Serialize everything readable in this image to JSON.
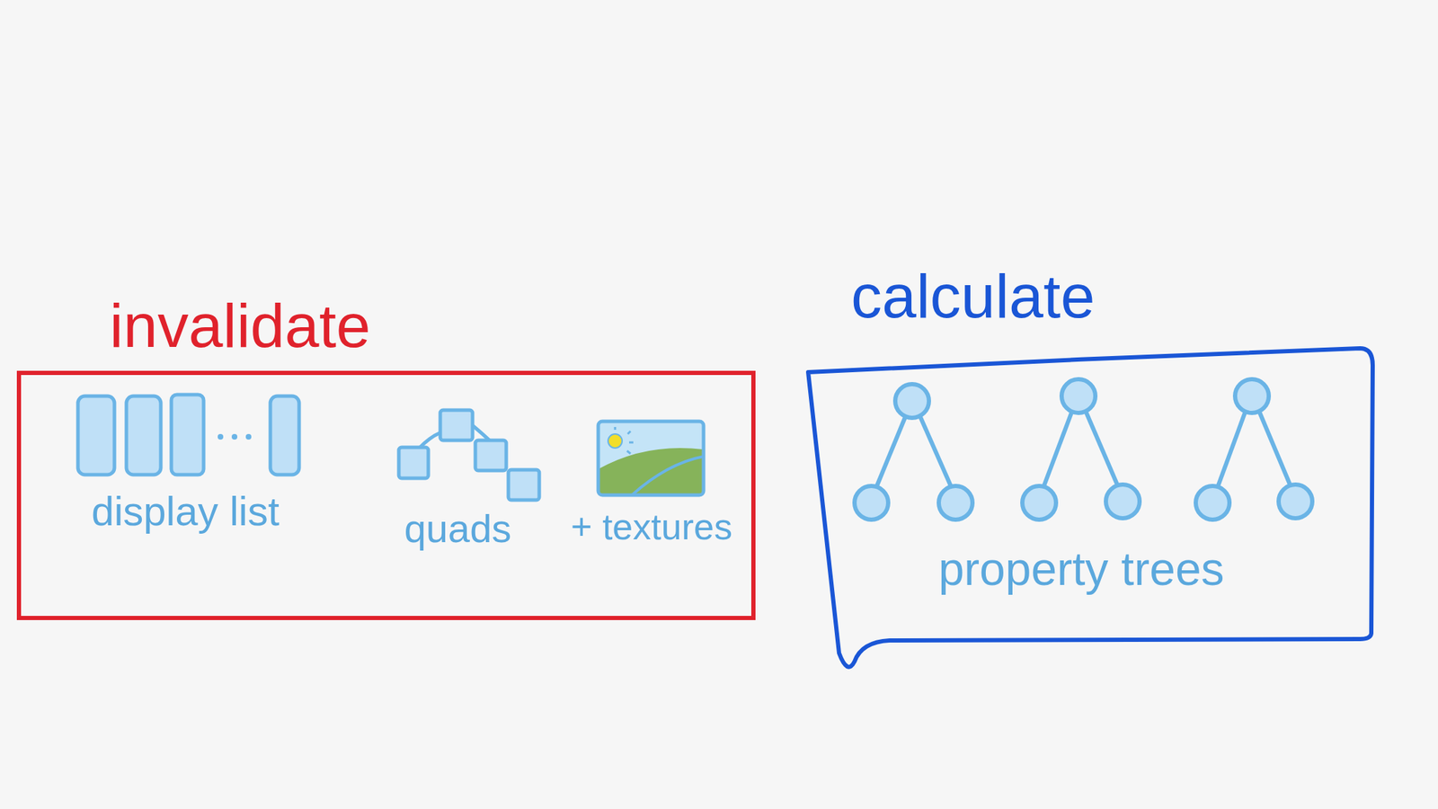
{
  "diagram": {
    "nodes": [
      {
        "text": [
          "invalidate",
          "display list",
          "quads",
          "+ textures"
        ]
      },
      {
        "text": [
          "calculate",
          "property trees"
        ]
      }
    ]
  }
}
